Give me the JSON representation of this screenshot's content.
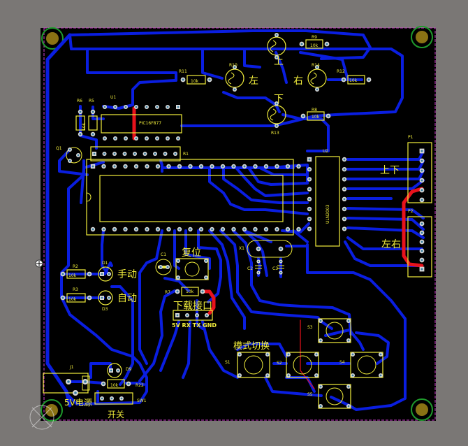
{
  "colors": {
    "background": "#7a7775",
    "board": "#000000",
    "trace": "#0a1ee0",
    "trace_top": "#e8121c",
    "silkscreen": "#f2ee3c",
    "pad": "#d8d8d8",
    "pad_hole": "#3a7fa0",
    "mount_ring": "#1f9a2c",
    "mount_hole": "#8a7214",
    "outline": "#d23fd0"
  },
  "components": {
    "ic_u1": "PIC16F877",
    "ic_u2": "ULN2003",
    "r1_value": "10k",
    "r2_value": "10k",
    "r3_value": "10k",
    "r8_value": "10k",
    "r10_value": "10k",
    "r11_value": "10k",
    "r12_value": "10k",
    "r13_value": "10k",
    "r22_value": "10k"
  },
  "labels": {
    "up": "上",
    "left": "左",
    "right": "右",
    "down": "下",
    "updown": "上下",
    "leftright": "左右",
    "reset": "复位",
    "manual": "手动",
    "auto": "自动",
    "download_port": "下载接口",
    "download_pins": "5V RX TX GND",
    "mode_switch": "模式切换",
    "power": "5V电源",
    "power_switch": "开关"
  },
  "designators": {
    "U1": "U1",
    "U2": "U2",
    "P1": "P1",
    "P2": "P2",
    "R1": "R1",
    "R2": "R2",
    "R3": "R3",
    "R7": "R7",
    "R8": "R8",
    "R9": "R9",
    "R10": "R10",
    "R11": "R11",
    "R12": "R12",
    "R13": "R13",
    "R14": "R14",
    "R5": "R5",
    "R6": "R6",
    "R22": "R22",
    "C1": "C1",
    "C2": "C2",
    "C3": "C3",
    "X1": "X1",
    "D1": "D1",
    "D3": "D3",
    "D9": "D9",
    "S1": "S1",
    "S2": "S2",
    "S3": "S3",
    "S4": "S4",
    "S5": "S5",
    "Q1": "Q1",
    "J1": "J1",
    "SW1": "SW1"
  }
}
